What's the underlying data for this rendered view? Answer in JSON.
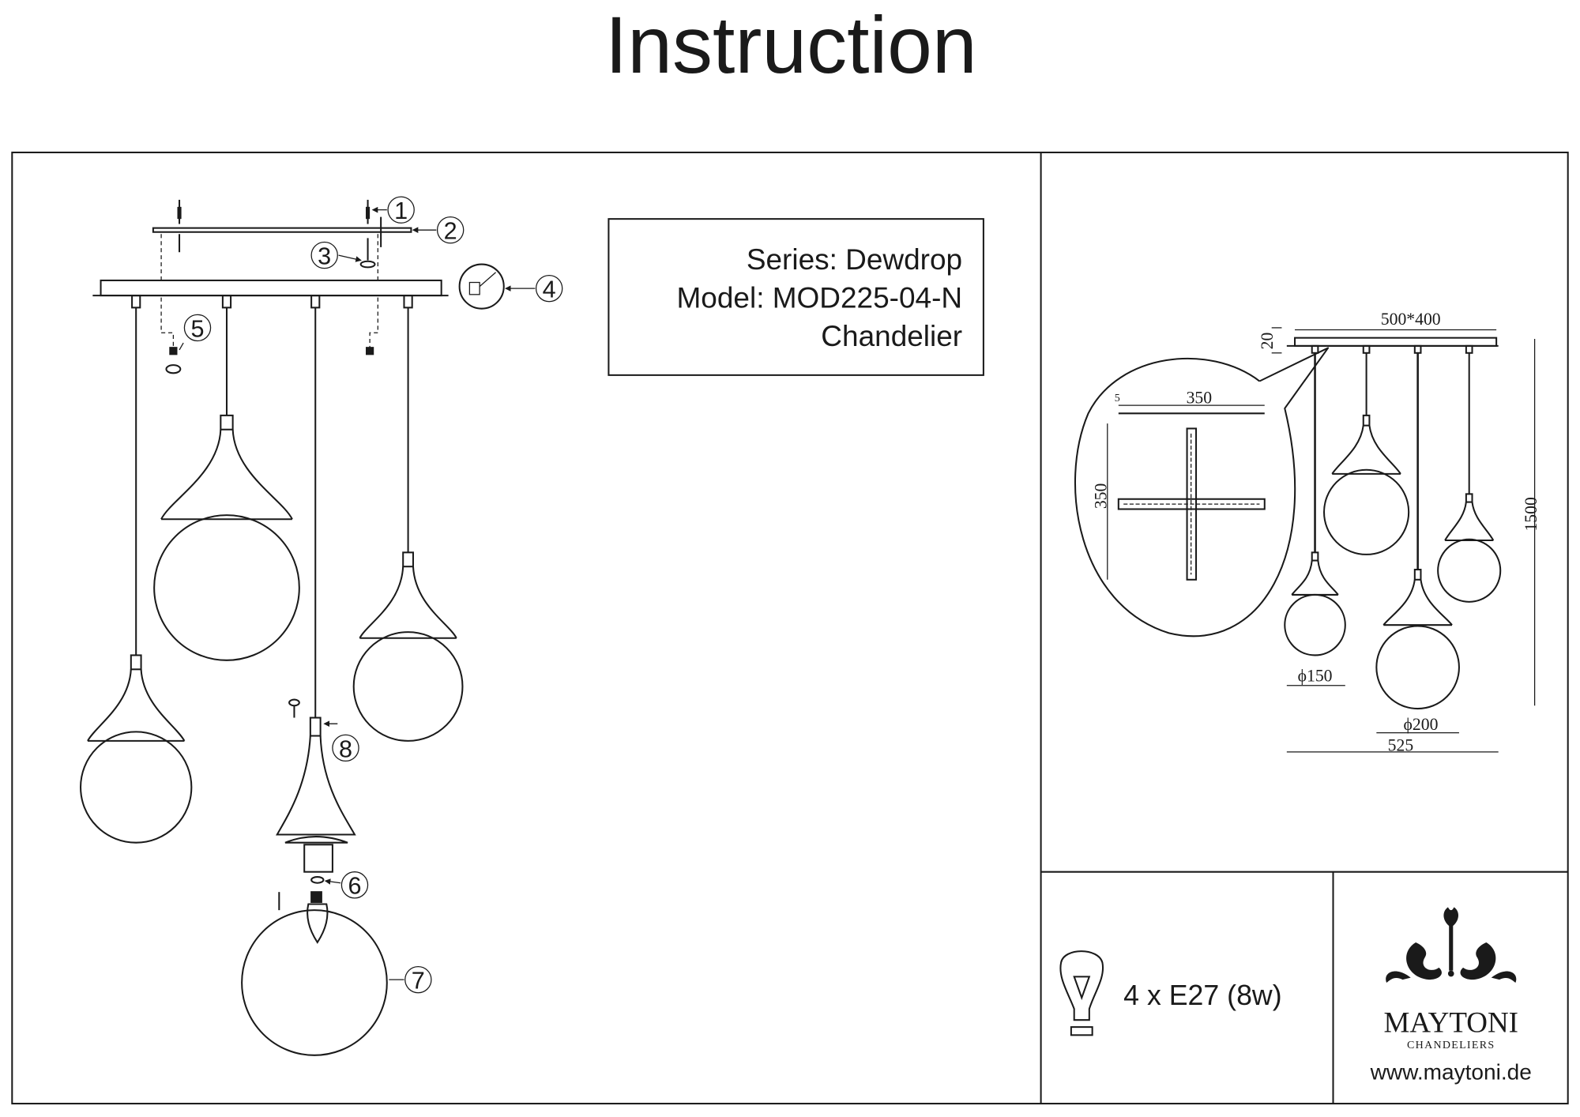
{
  "title": "Instruction",
  "product": {
    "series": "Series: Dewdrop",
    "model": "Model: MOD225-04-N",
    "type": "Chandelier"
  },
  "callouts": [
    "1",
    "2",
    "3",
    "4",
    "5",
    "6",
    "7",
    "8"
  ],
  "dimensions": {
    "canopy": "500*400",
    "canopy_height": "20",
    "total_height": "1500",
    "small_diameter": "ϕ150",
    "large_diameter": "ϕ200",
    "width": "525",
    "bracket_width": "350",
    "bracket_length": "350",
    "bracket_thickness": "5"
  },
  "bulb": {
    "icon": "light-bulb-icon",
    "spec": "4 x E27 (8w)"
  },
  "brand": {
    "logo_icon": "chandelier-ornament-icon",
    "name": "MAYTONI",
    "subtitle": "CHANDELIERS",
    "website": "www.maytoni.de"
  },
  "colors": {
    "line": "#1a1a1a",
    "background": "#ffffff"
  }
}
